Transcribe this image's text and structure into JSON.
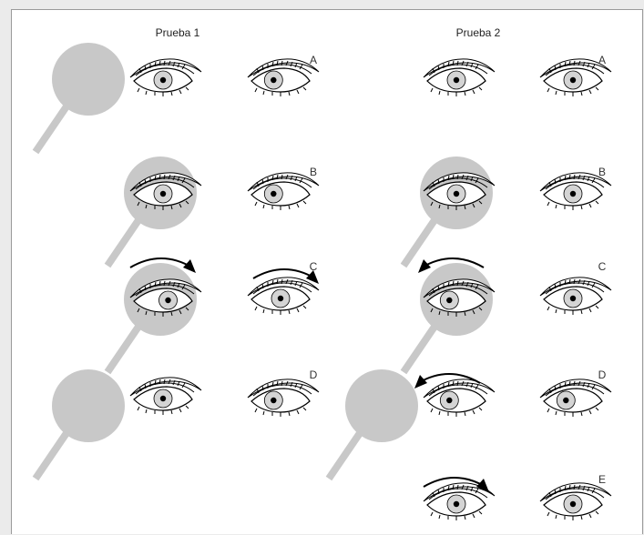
{
  "headings": {
    "test1": "Prueba 1",
    "test2": "Prueba 2"
  },
  "rows": {
    "a": "A",
    "b": "B",
    "c": "C",
    "d": "D",
    "e": "E"
  },
  "colors": {
    "lens": "#c8c8c8",
    "background": "#ebebeb",
    "line": "#000000"
  }
}
